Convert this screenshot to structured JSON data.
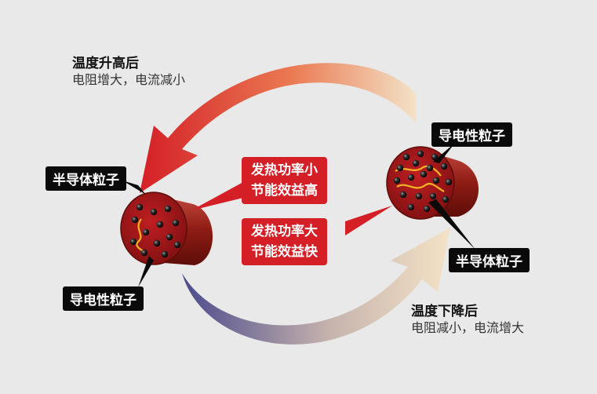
{
  "top_caption": {
    "title": "温度升高后",
    "subtitle": "电阻增大，电流减小"
  },
  "bottom_caption": {
    "title": "温度下降后",
    "subtitle": "电阻减小，电流增大"
  },
  "left_cable": {
    "label_semiconductor": "半导体粒子",
    "label_conductive": "导电性粒子"
  },
  "right_cable": {
    "label_conductive": "导电性粒子",
    "label_semiconductor": "半导体粒子"
  },
  "callout_top": {
    "line1": "发热功率小",
    "line2": "节能效益高"
  },
  "callout_bottom": {
    "line1": "发热功率大",
    "line2": "节能效益快"
  },
  "colors": {
    "red": "#d41f26",
    "dark_red": "#7e1010",
    "purple": "#4a4a8a",
    "cream": "#f4e3c6",
    "background": "#e9e9e9",
    "label_bg": "#0a0a0a"
  }
}
